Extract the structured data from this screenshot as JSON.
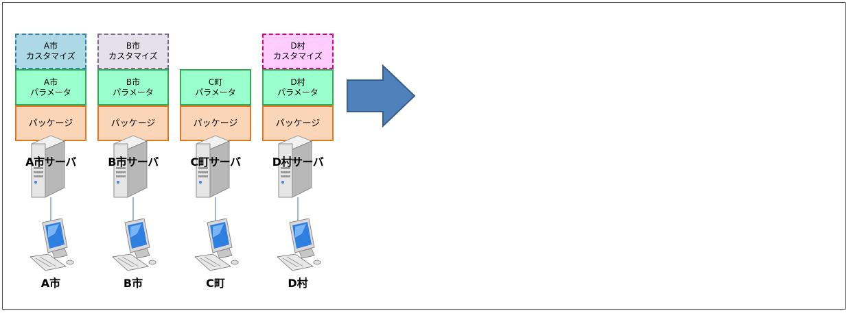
{
  "columns": [
    {
      "id": "a",
      "customize": {
        "line1": "A市",
        "line2": "カスタマイズ",
        "fill": "#add8e6",
        "border": "#2f7f9f"
      },
      "parameter": {
        "line1": "A市",
        "line2": "パラメータ"
      },
      "package": "パッケージ",
      "server": "A市サーバ",
      "client": "A市"
    },
    {
      "id": "b",
      "customize": {
        "line1": "B市",
        "line2": "カスタマイズ",
        "fill": "#e6e0ec",
        "border": "#7a6a8a"
      },
      "parameter": {
        "line1": "B市",
        "line2": "パラメータ"
      },
      "package": "パッケージ",
      "server": "B市サーバ",
      "client": "B市"
    },
    {
      "id": "c",
      "customize": null,
      "parameter": {
        "line1": "C町",
        "line2": "パラメータ"
      },
      "package": "パッケージ",
      "server": "C町サーバ",
      "client": "C町"
    },
    {
      "id": "d",
      "customize": {
        "line1": "D村",
        "line2": "カスタマイズ",
        "fill": "#ffccff",
        "border": "#e0007a"
      },
      "parameter": {
        "line1": "D村",
        "line2": "パラメータ"
      },
      "package": "パッケージ",
      "server": "D村サーバ",
      "client": "D村"
    }
  ],
  "colors": {
    "parameter_fill": "#99ffcc",
    "parameter_border": "#33aa55",
    "package_fill": "#fad5b8",
    "package_border": "#e07a20",
    "arrow_fill": "#4f81bd",
    "arrow_border": "#385d8a"
  },
  "icons": {
    "server": "server-tower-icon",
    "client": "desktop-computer-icon",
    "arrow": "right-arrow-icon"
  }
}
